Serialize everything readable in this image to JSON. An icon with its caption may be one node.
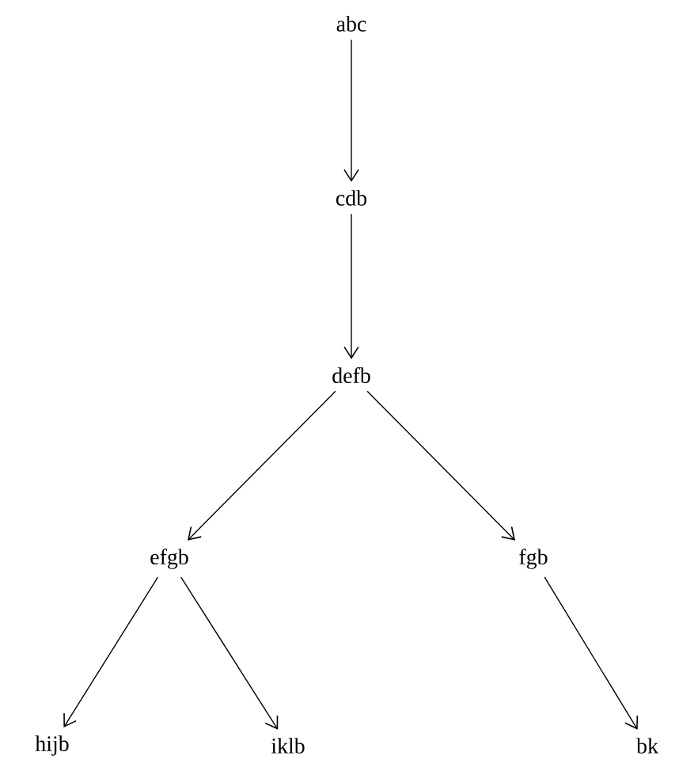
{
  "diagram": {
    "nodes": [
      {
        "text": [
          "abc"
        ]
      },
      {
        "text": [
          "cdb"
        ]
      },
      {
        "text": [
          "defb"
        ]
      },
      {
        "text": [
          "efgb"
        ]
      },
      {
        "text": [
          "fgb"
        ]
      },
      {
        "text": [
          "hijb"
        ]
      },
      {
        "text": [
          "iklb"
        ]
      },
      {
        "text": [
          "bk"
        ]
      }
    ],
    "edges": [
      {
        "from": 0,
        "to": 1,
        "arrow": "to"
      },
      {
        "from": 1,
        "to": 2,
        "arrow": "to"
      },
      {
        "from": 2,
        "to": 3,
        "arrow": "to"
      },
      {
        "from": 2,
        "to": 4,
        "arrow": "to"
      },
      {
        "from": 3,
        "to": 5,
        "arrow": "to"
      },
      {
        "from": 3,
        "to": 6,
        "arrow": "to"
      },
      {
        "from": 4,
        "to": 7,
        "arrow": "to"
      }
    ]
  }
}
